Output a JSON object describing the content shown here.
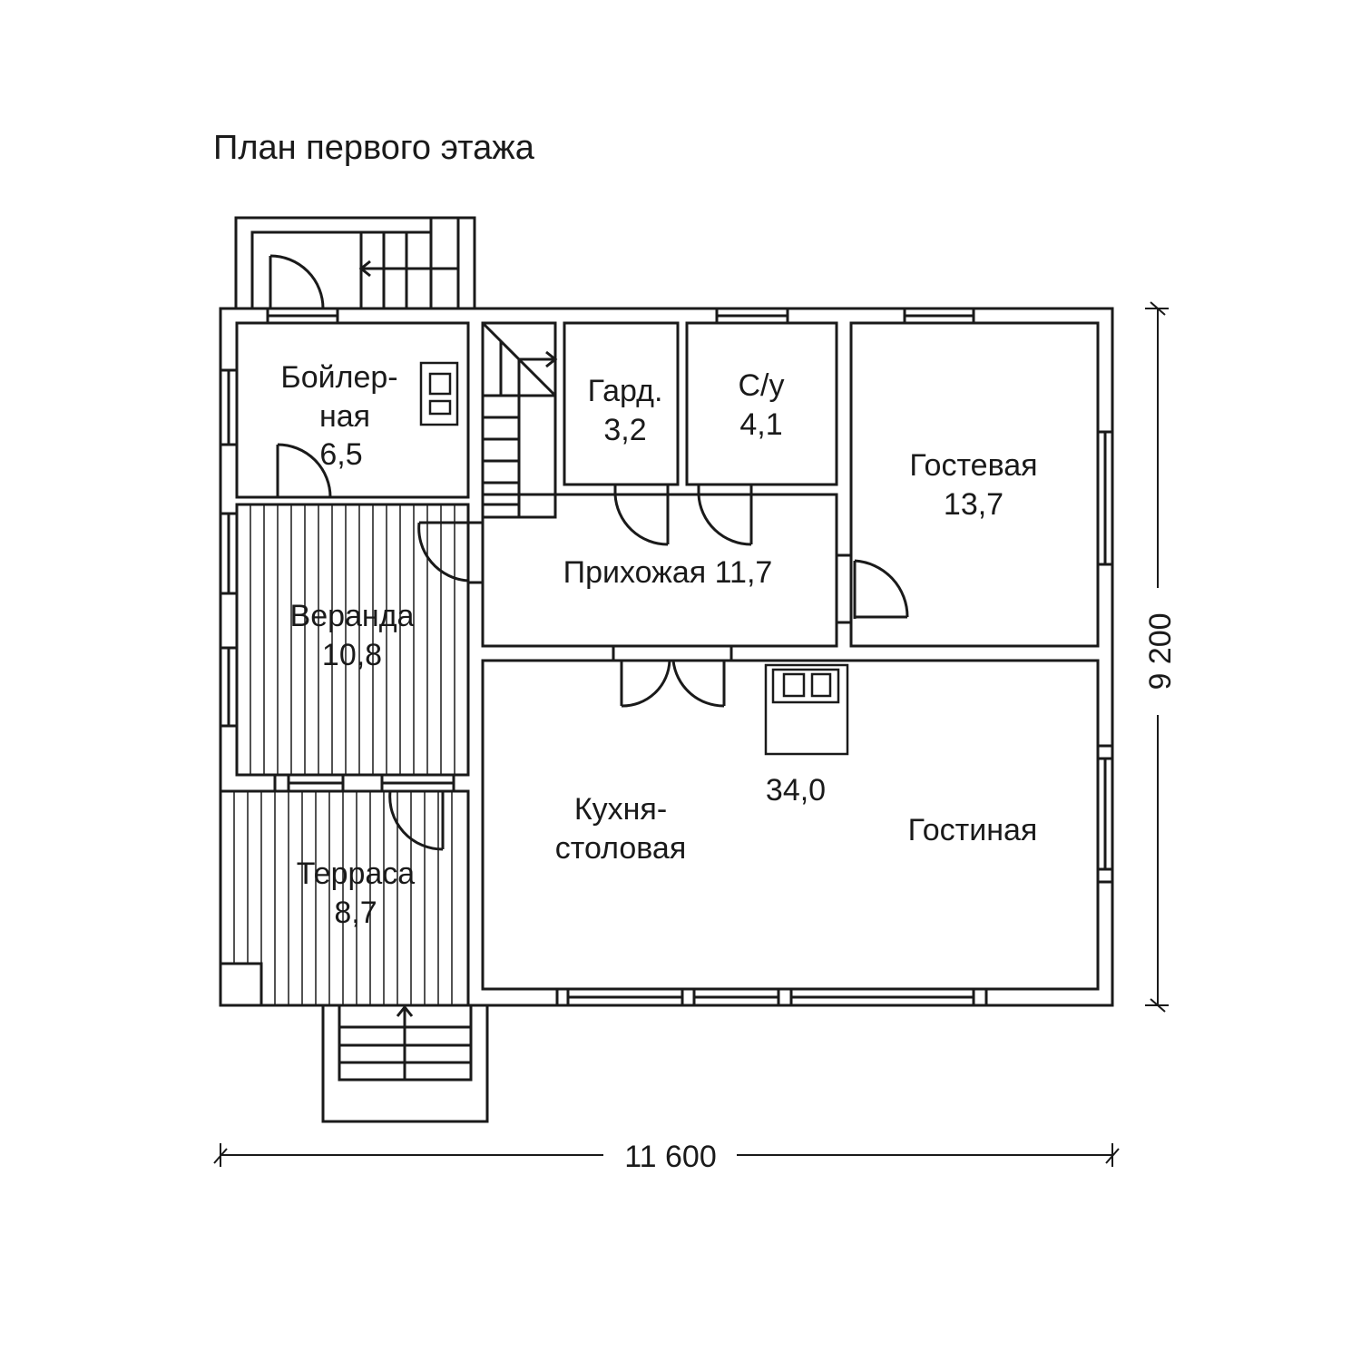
{
  "title": "План первого этажа",
  "rooms": {
    "boiler": {
      "name_line1": "Бойлер-",
      "name_line2": "ная",
      "area": "6,5"
    },
    "wardrobe": {
      "name": "Гард.",
      "area": "3,2"
    },
    "bathroom": {
      "name": "С/у",
      "area": "4,1"
    },
    "guest": {
      "name": "Гостевая",
      "area": "13,7"
    },
    "hall": {
      "name_area": "Прихожая 11,7"
    },
    "veranda": {
      "name": "Веранда",
      "area": "10,8"
    },
    "kitchen": {
      "name_line1": "Кухня-",
      "name_line2": "столовая"
    },
    "living": {
      "name": "Гостиная",
      "area": "34,0"
    },
    "terrace": {
      "name": "Терраса",
      "area": "8,7"
    }
  },
  "dimensions": {
    "width": "11 600",
    "height": "9 200"
  }
}
